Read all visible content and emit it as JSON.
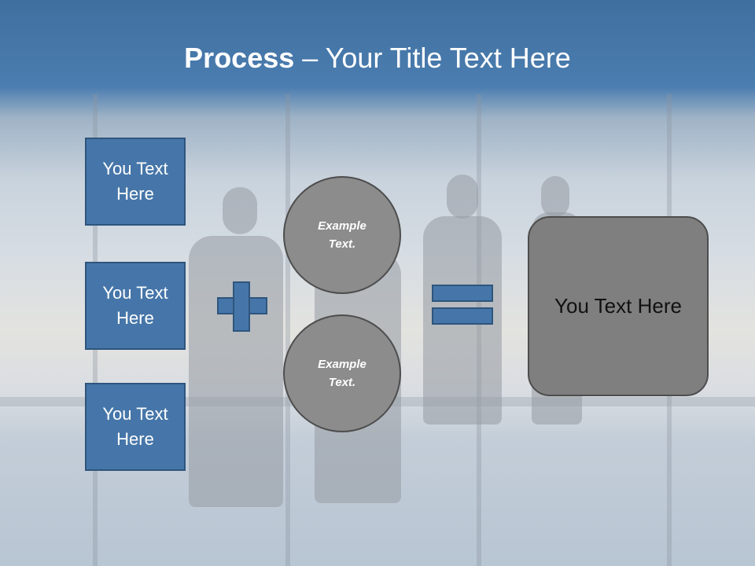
{
  "title": {
    "bold": "Process",
    "rest": " – Your Title Text Here"
  },
  "left_boxes": [
    {
      "label": "You Text Here"
    },
    {
      "label": "You Text Here"
    },
    {
      "label": "You Text Here"
    }
  ],
  "circles": [
    {
      "label": "Example Text."
    },
    {
      "label": "Example Text."
    }
  ],
  "result": {
    "label": "You Text Here"
  },
  "colors": {
    "header_blue": "#4676a9",
    "box_border": "#2e557d",
    "gray_shape": "#8c8c8c",
    "result_fill": "#7f7f7f"
  },
  "icons": {
    "operator_1": "plus-sign",
    "operator_2": "equals-sign"
  }
}
